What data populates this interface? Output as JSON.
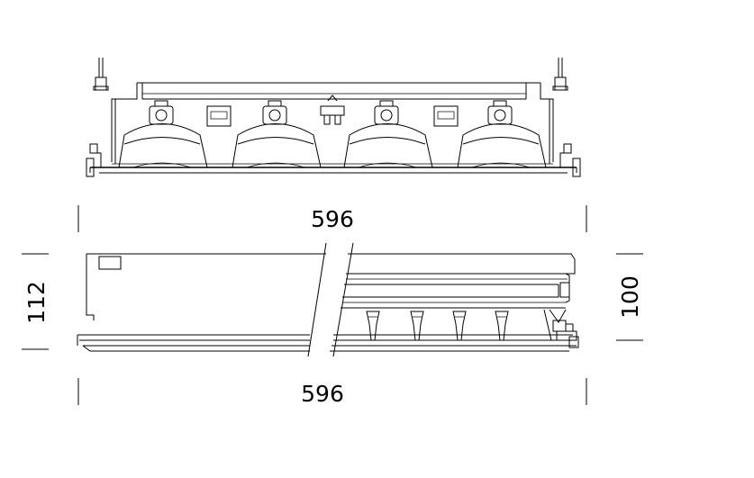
{
  "dimensions": {
    "top_width": "596",
    "bottom_width": "596",
    "left_height": "112",
    "right_height": "100"
  }
}
